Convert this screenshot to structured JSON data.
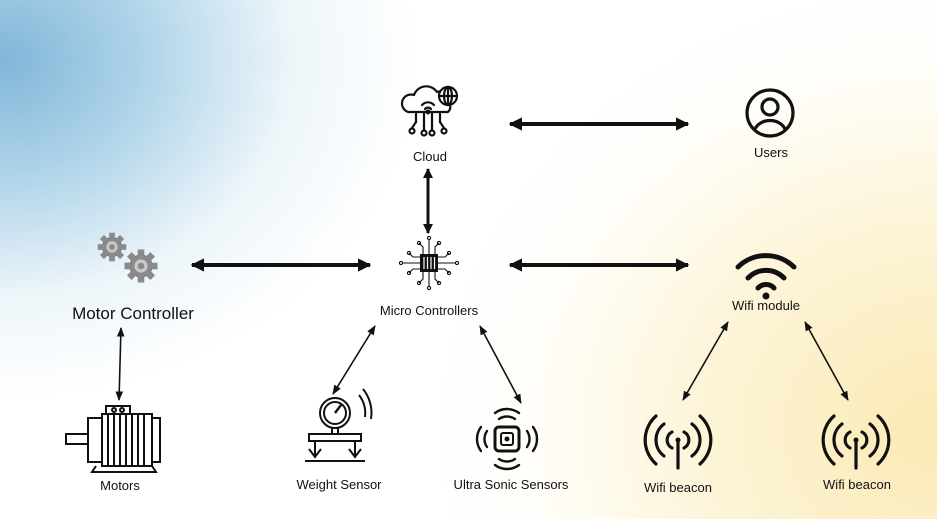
{
  "nodes": {
    "cloud": {
      "label": "Cloud",
      "icon": "cloud-network-icon"
    },
    "users": {
      "label": "Users",
      "icon": "user-icon"
    },
    "motor_controller": {
      "label": "Motor  Controller",
      "icon": "gears-icon"
    },
    "micro_controllers": {
      "label": "Micro Controllers",
      "icon": "microchip-icon"
    },
    "wifi_module": {
      "label": "Wifi module",
      "icon": "wifi-icon"
    },
    "motors": {
      "label": "Motors",
      "icon": "electric-motor-icon"
    },
    "weight_sensor": {
      "label": "Weight  Sensor",
      "icon": "weight-gauge-icon"
    },
    "ultrasonic_sensors": {
      "label": "Ultra  Sonic Sensors",
      "icon": "ultrasonic-sensor-icon"
    },
    "wifi_beacon_1": {
      "label": "Wifi beacon",
      "icon": "beacon-icon"
    },
    "wifi_beacon_2": {
      "label": "Wifi beacon",
      "icon": "beacon-icon"
    }
  },
  "connections": [
    [
      "cloud",
      "users"
    ],
    [
      "cloud",
      "micro_controllers"
    ],
    [
      "motor_controller",
      "micro_controllers"
    ],
    [
      "micro_controllers",
      "wifi_module"
    ],
    [
      "motor_controller",
      "motors"
    ],
    [
      "micro_controllers",
      "weight_sensor"
    ],
    [
      "micro_controllers",
      "ultrasonic_sensors"
    ],
    [
      "wifi_module",
      "wifi_beacon_1"
    ],
    [
      "wifi_module",
      "wifi_beacon_2"
    ]
  ],
  "colors": {
    "stroke": "#111111",
    "gear": "#8a8a8a",
    "bg_left": "#78b2d6",
    "bg_right": "#fae8af"
  }
}
